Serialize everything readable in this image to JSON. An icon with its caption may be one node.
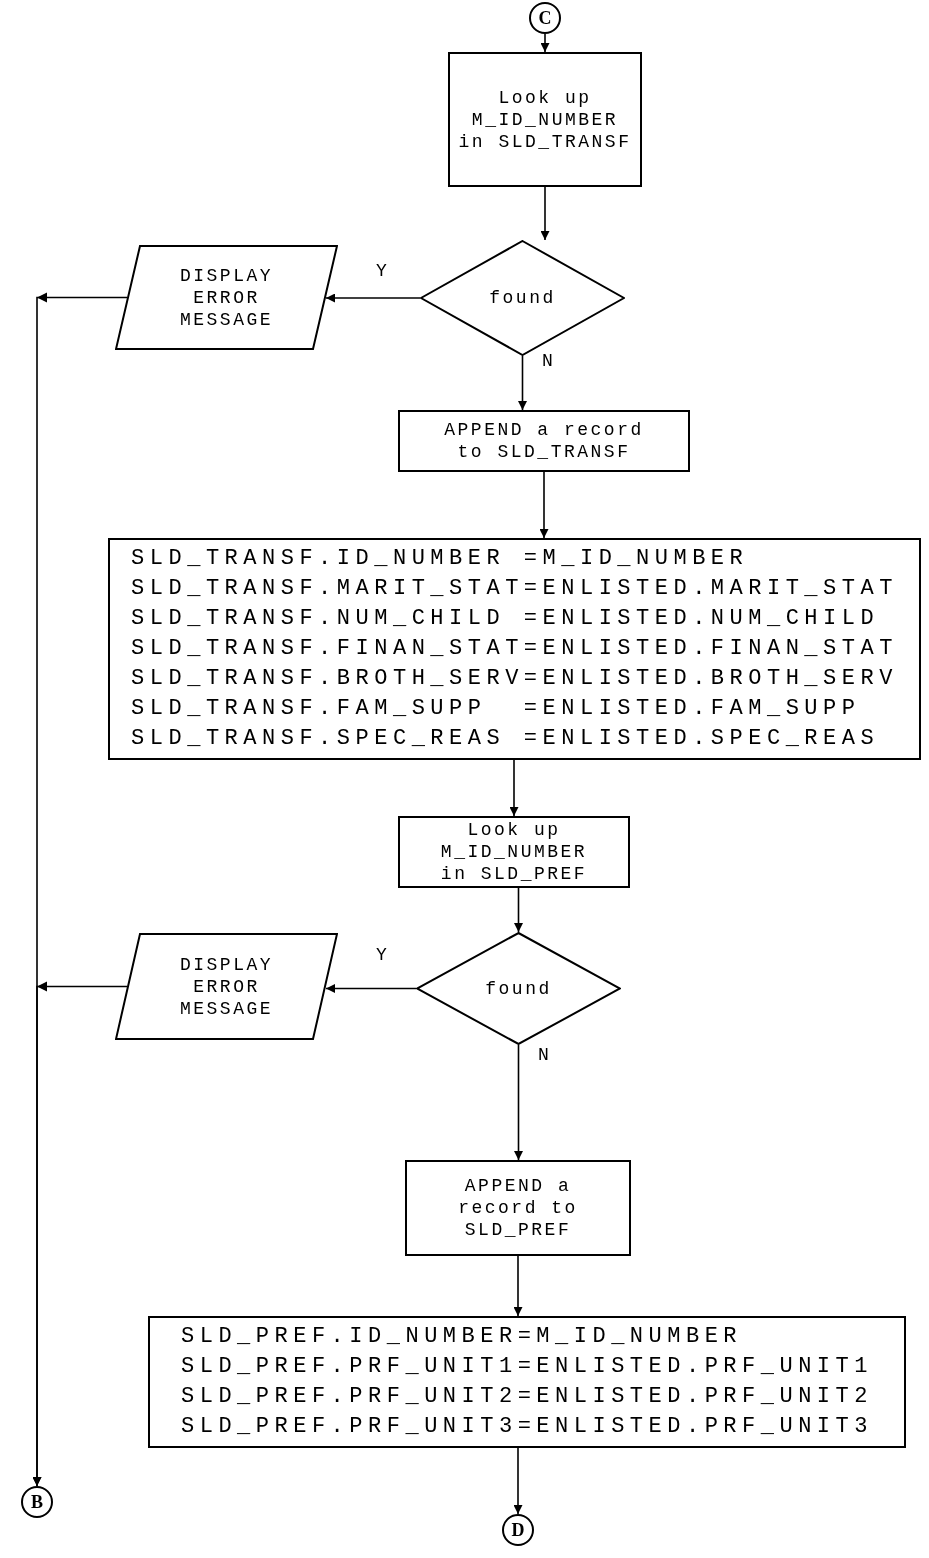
{
  "diagram": {
    "nodes": [
      {
        "text": [
          "C"
        ]
      },
      {
        "text": [
          "Look up M_ID_NUMBER in SLD_TRANSF"
        ]
      },
      {
        "text": [
          "found"
        ]
      },
      {
        "text": [
          "DISPLAY ERROR MESSAGE"
        ]
      },
      {
        "text": [
          "APPEND a record to SLD_TRANSF"
        ]
      },
      {
        "text": [
          "SLD_TRANSF.ID_NUMBER =M_ID_NUMBER",
          "SLD_TRANSF.MARIT_STAT=ENLISTED.MARIT_STAT",
          "SLD_TRANSF.NUM_CHILD =ENLISTED.NUM_CHILD",
          "SLD_TRANSF.FINAN_STAT=ENLISTED.FINAN_STAT",
          "SLD_TRANSF.BROTH_SERV=ENLISTED.BROTH_SERV",
          "SLD_TRANSF.FAM_SUPP  =ENLISTED.FAM_SUPP",
          "SLD_TRANSF.SPEC_REAS =ENLISTED.SPEC_REAS"
        ]
      },
      {
        "text": [
          "Look up M_ID_NUMBER in SLD_PREF"
        ]
      },
      {
        "text": [
          "found"
        ]
      },
      {
        "text": [
          "DISPLAY ERROR MESSAGE"
        ]
      },
      {
        "text": [
          "APPEND a record to SLD_PREF"
        ]
      },
      {
        "text": [
          "SLD_PREF.ID_NUMBER=M_ID_NUMBER",
          "SLD_PREF.PRF_UNIT1=ENLISTED.PRF_UNIT1",
          "SLD_PREF.PRF_UNIT2=ENLISTED.PRF_UNIT2",
          "SLD_PREF.PRF_UNIT3=ENLISTED.PRF_UNIT3"
        ]
      },
      {
        "text": [
          "D"
        ]
      },
      {
        "text": [
          "B"
        ]
      }
    ],
    "edges": [
      {
        "from": 0,
        "to": 1,
        "arrow": "to"
      },
      {
        "from": 1,
        "to": 2,
        "arrow": "to"
      },
      {
        "from": 2,
        "to": 3,
        "arrow": "to",
        "label": "Y"
      },
      {
        "from": 2,
        "to": 4,
        "arrow": "to",
        "label": "N"
      },
      {
        "from": 4,
        "to": 5,
        "arrow": "to"
      },
      {
        "from": 5,
        "to": 6,
        "arrow": "to"
      },
      {
        "from": 6,
        "to": 7,
        "arrow": "to"
      },
      {
        "from": 7,
        "to": 8,
        "arrow": "to",
        "label": "Y"
      },
      {
        "from": 7,
        "to": 9,
        "arrow": "to",
        "label": "N"
      },
      {
        "from": 9,
        "to": 10,
        "arrow": "to"
      },
      {
        "from": 10,
        "to": 11,
        "arrow": "to"
      },
      {
        "from": 3,
        "to": 12,
        "arrow": "to"
      },
      {
        "from": 8,
        "to": 12,
        "arrow": "to"
      }
    ]
  }
}
